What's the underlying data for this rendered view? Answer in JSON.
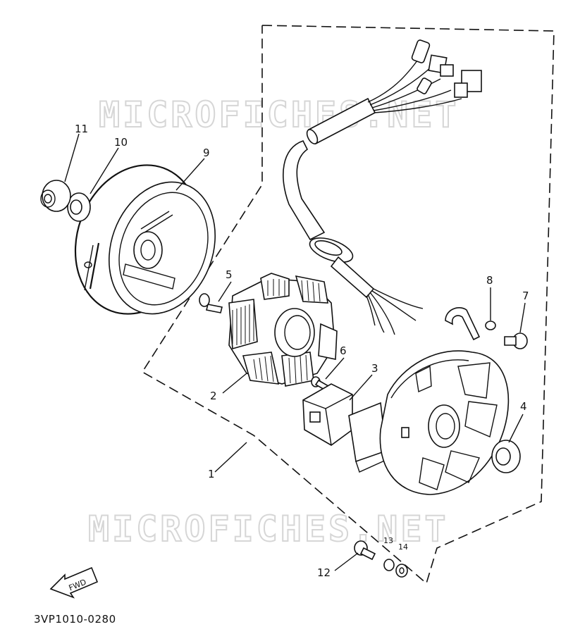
{
  "watermark": {
    "text": "MICROFICHES.NET"
  },
  "diagram_code": "3VP1010-0280",
  "direction_badge": "FWD",
  "callouts": [
    "1",
    "2",
    "3",
    "4",
    "5",
    "6",
    "7",
    "8",
    "9",
    "10",
    "11",
    "12",
    "13",
    "14"
  ]
}
